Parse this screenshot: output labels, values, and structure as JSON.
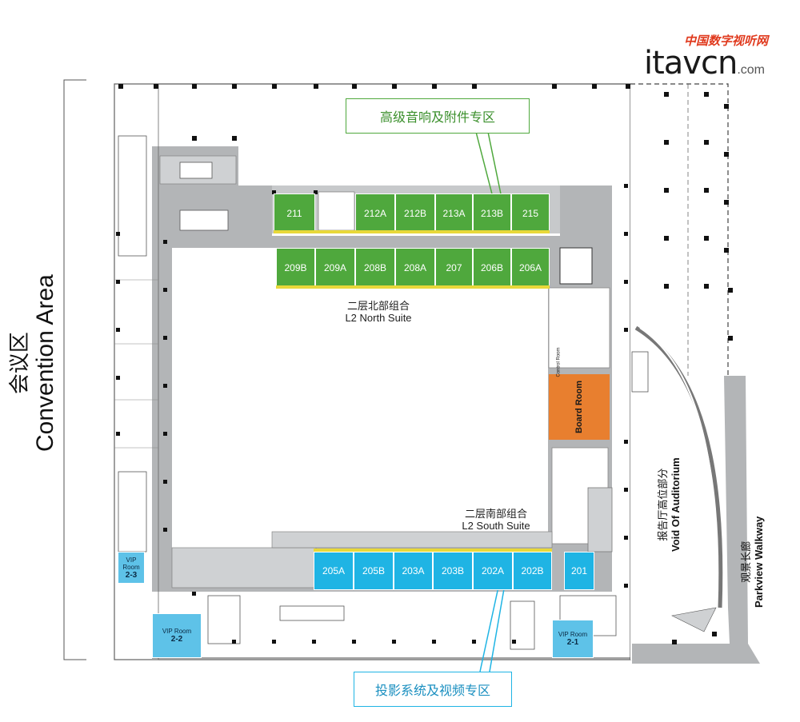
{
  "logo": {
    "cn_text": "中国数字视听网",
    "brand": "itavcn",
    "suffix": ".com"
  },
  "callouts": {
    "north": "高级音响及附件专区",
    "south": "投影系统及视频专区"
  },
  "side": {
    "cn": "会议区",
    "en": "Convention Area"
  },
  "north_suite": {
    "cn": "二层北部组合",
    "en": "L2 North Suite"
  },
  "south_suite": {
    "cn": "二层南部组合",
    "en": "L2 South Suite"
  },
  "rooms_north_top": [
    "211",
    "212A",
    "212B",
    "213A",
    "213B",
    "215"
  ],
  "rooms_north_bottom": [
    "209B",
    "209A",
    "208B",
    "208A",
    "207",
    "206B",
    "206A"
  ],
  "rooms_south": [
    "205A",
    "205B",
    "203A",
    "203B",
    "202A",
    "202B",
    "201"
  ],
  "board_room": "Board Room",
  "control_room": "Control Room",
  "auditorium": {
    "cn": "报告厅高位部分",
    "en": "Void Of Auditorium"
  },
  "walkway": {
    "cn": "观景长廊",
    "en": "Parkview Walkway"
  },
  "vip_rooms": [
    {
      "label": "VIP Room",
      "num": "2-3"
    },
    {
      "label": "VIP Room",
      "num": "2-2"
    },
    {
      "label": "VIP Room",
      "num": "2-1"
    }
  ],
  "colors": {
    "green": "#4fa83d",
    "blue": "#1fb4e4",
    "orange": "#e87f2f",
    "corridor": "#b3b5b7",
    "logo_red": "#e03a1e"
  }
}
